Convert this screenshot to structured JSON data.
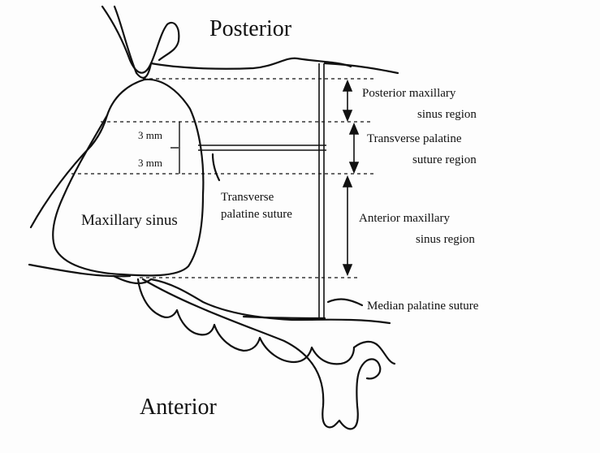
{
  "labels": {
    "posterior": "Posterior",
    "anterior": "Anterior",
    "maxillary_sinus": "Maxillary sinus",
    "transverse_suture": [
      "Transverse",
      "palatine suture"
    ],
    "median_suture": "Median palatine suture",
    "posterior_region": [
      "Posterior maxillary",
      "sinus region"
    ],
    "transverse_region": [
      "Transverse palatine",
      "suture region"
    ],
    "anterior_region": [
      "Anterior maxillary",
      "sinus region"
    ],
    "mm_upper": "3 mm",
    "mm_lower": "3 mm"
  },
  "colors": {
    "ink": "#111111",
    "background": "#fdfdfd"
  }
}
